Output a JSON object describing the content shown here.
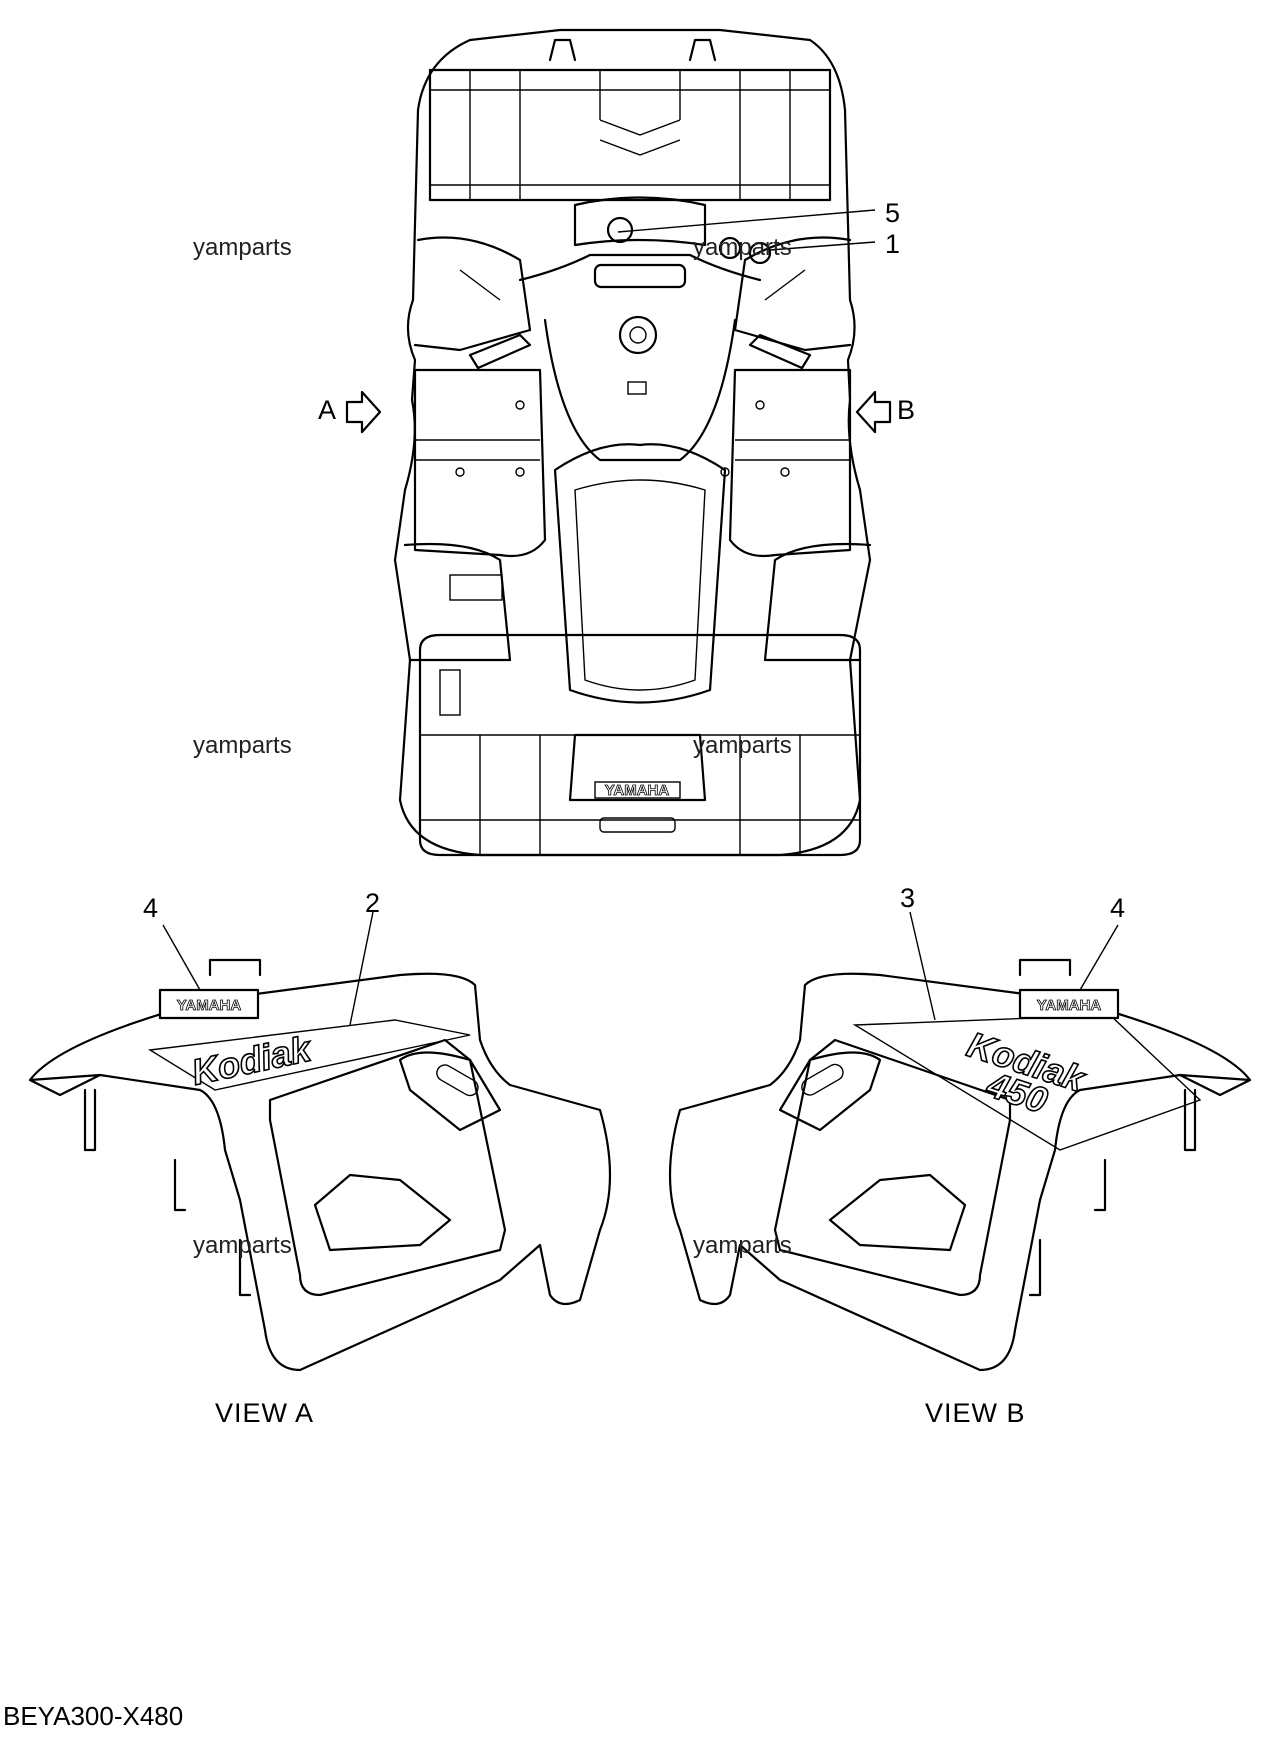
{
  "callouts": {
    "c1": "1",
    "c2": "2",
    "c3": "3",
    "c4_left": "4",
    "c4_right": "4",
    "c5": "5"
  },
  "view_arrows": {
    "a": "A",
    "b": "B"
  },
  "watermarks": {
    "w1": "yamparts",
    "w2": "yamparts",
    "w3": "yamparts",
    "w4": "yamparts",
    "w5": "yamparts",
    "w6": "yamparts"
  },
  "views": {
    "view_a": "VIEW A",
    "view_b": "VIEW B"
  },
  "decal_text": {
    "brand_left": "YAMAHA",
    "brand_right": "YAMAHA",
    "brand_rear": "YAMAHA",
    "model_left": "Kodiak",
    "model_right": "Kodiak",
    "model_num_right": "450"
  },
  "figure_code": "BEYA300-X480"
}
